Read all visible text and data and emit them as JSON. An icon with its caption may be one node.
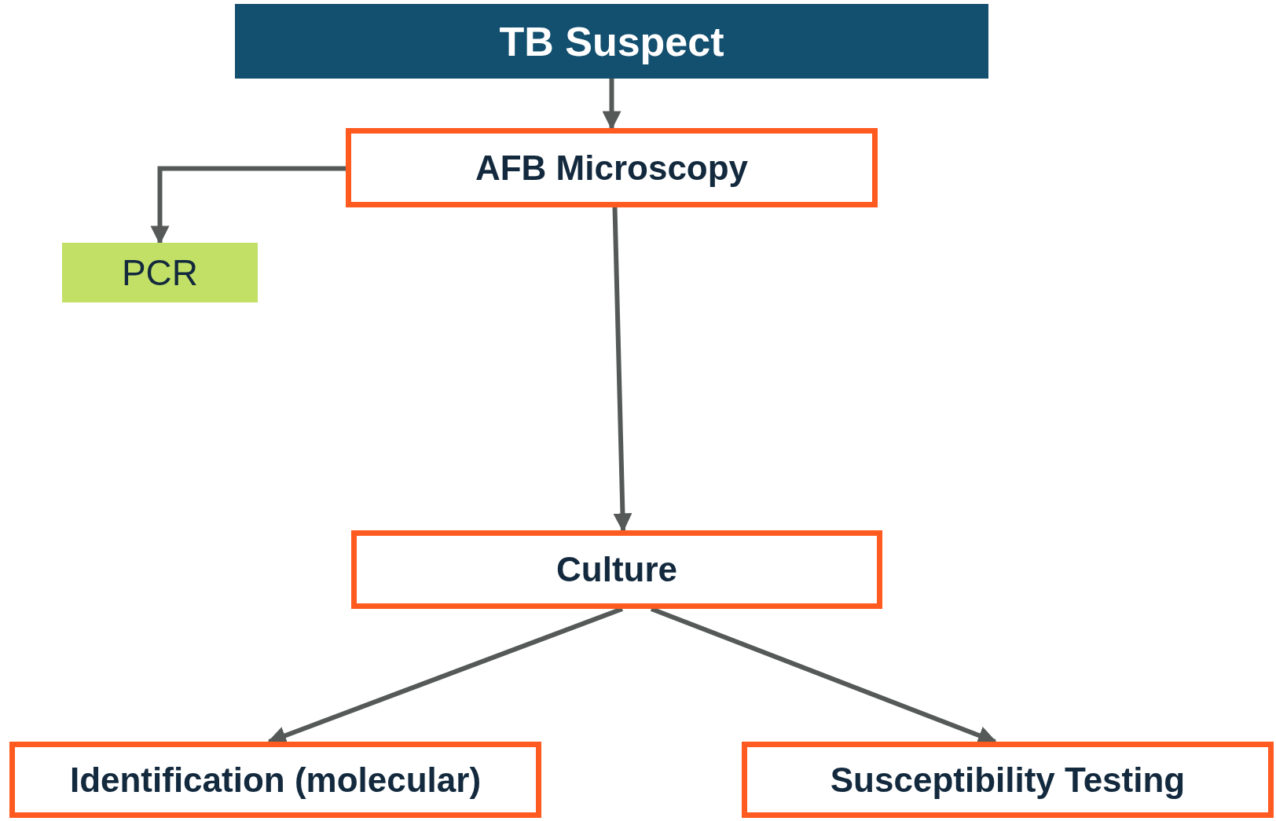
{
  "diagram": {
    "nodes": [
      {
        "text": [
          "TB Suspect"
        ]
      },
      {
        "text": [
          "AFB Microscopy"
        ]
      },
      {
        "text": [
          "PCR"
        ]
      },
      {
        "text": [
          "Culture"
        ]
      },
      {
        "text": [
          "Identification (molecular)"
        ]
      },
      {
        "text": [
          "Susceptibility Testing"
        ]
      }
    ],
    "edges": [
      {
        "from": 0,
        "to": 1,
        "arrow": "to"
      },
      {
        "from": 1,
        "to": 2,
        "arrow": "to"
      },
      {
        "from": 1,
        "to": 3,
        "arrow": "to"
      },
      {
        "from": 3,
        "to": 4,
        "arrow": "to"
      },
      {
        "from": 3,
        "to": 5,
        "arrow": "to"
      }
    ]
  }
}
